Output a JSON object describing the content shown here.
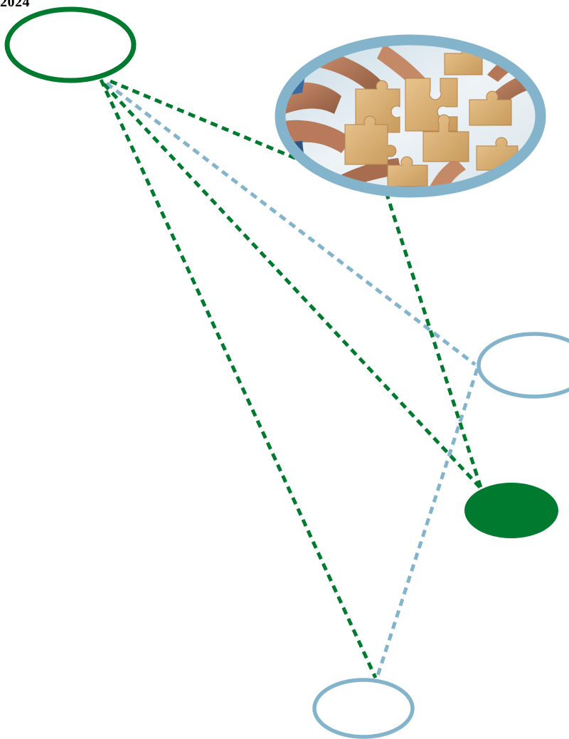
{
  "page": {
    "top_text": "2024"
  },
  "colors": {
    "green": "#007A2E",
    "blue": "#84B4CC"
  },
  "nodes": [
    {
      "id": "node-top-left",
      "style": "green-outline"
    },
    {
      "id": "node-photo",
      "style": "blue-outline-photo",
      "image": "puzzle-pieces-hands-photo"
    },
    {
      "id": "node-right-middle",
      "style": "blue-outline"
    },
    {
      "id": "node-right-filled",
      "style": "green-filled"
    },
    {
      "id": "node-bottom",
      "style": "blue-outline"
    }
  ],
  "connectors": [
    {
      "from": "node-top-left",
      "to": "node-photo",
      "style": "green-dashed"
    },
    {
      "from": "node-top-left",
      "to": "node-right-middle",
      "style": "blue-dashed"
    },
    {
      "from": "node-top-left",
      "to": "node-right-filled",
      "style": "green-dashed"
    },
    {
      "from": "node-top-left",
      "to": "node-bottom",
      "style": "green-dashed"
    },
    {
      "from": "node-photo",
      "to": "node-right-filled",
      "style": "green-dashed"
    },
    {
      "from": "node-right-middle",
      "to": "node-bottom",
      "style": "blue-dashed"
    }
  ]
}
